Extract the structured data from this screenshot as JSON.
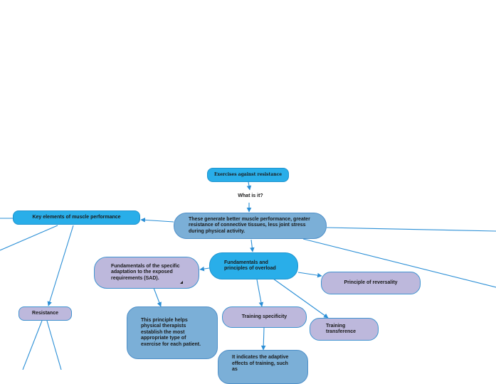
{
  "nodes": {
    "exercises": "Exercises against resistance",
    "what_is_it": "What is it?",
    "generate": "These generate better muscle performance, greater resistance of connective tissues, less joint stress during physical activity.",
    "key_elements": "Key elements of muscle performance",
    "fundamentals_overload": "Fundamentals and principles of overload",
    "fundamentals_sad": "Fundamentals of the specific adaptation to the exposed requirements (SAD).",
    "reversibility": "Principle of reversality",
    "principle_helps": "This principle helps physical therapists establish the most appropriate type of exercise for each patient.",
    "training_specificity": "Training specificity",
    "training_transference": "Training transference",
    "adaptive_effects": "It indicates the adaptive effects of training, such as",
    "resistance": "Resistance"
  },
  "colors": {
    "edge": "#2b8fd6",
    "blue_bright": "#29aee9",
    "blue_mid": "#7bafd7",
    "lavender": "#bdb8dc"
  }
}
